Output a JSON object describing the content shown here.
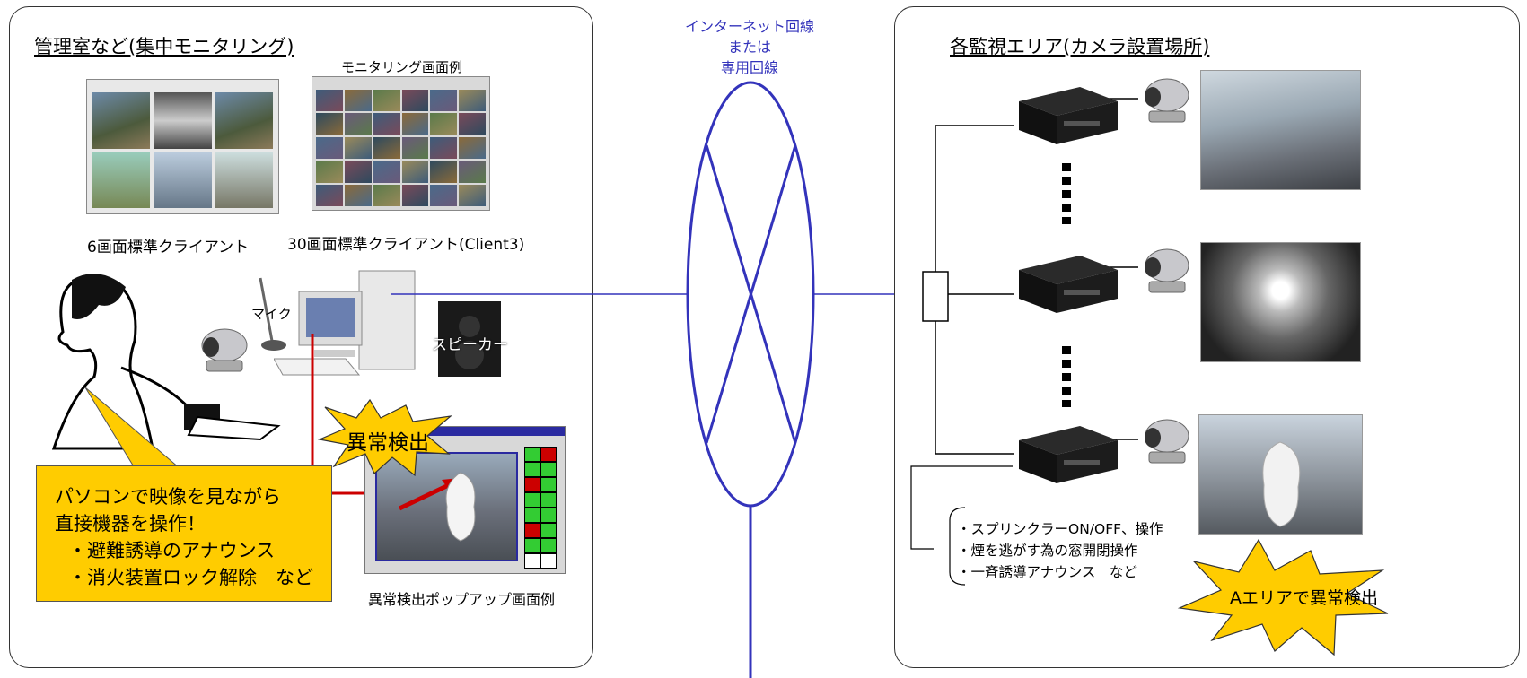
{
  "left_panel": {
    "title": "管理室など(集中モニタリング)",
    "monitor_example_label": "モニタリング画面例",
    "client6_label": "6画面標準クライアント",
    "client30_label": "30画面標準クライアント(Client3)",
    "mic_label": "マイク",
    "speaker_label": "スピーカー",
    "alert_burst": "異常検出",
    "popup_caption": "異常検出ポップアップ画面例"
  },
  "callout": {
    "line1": "パソコンで映像を見ながら",
    "line2": "直接機器を操作！",
    "line3": "・避難誘導のアナウンス",
    "line4": "・消火装置ロック解除　など"
  },
  "network": {
    "line1": "インターネット回線",
    "line2": "または",
    "line3": "専用回線"
  },
  "right_panel": {
    "title": "各監視エリア(カメラ設置場所)",
    "action1": "・スプリンクラーON/OFF、操作",
    "action2": "・煙を逃がす為の窓開閉操作",
    "action3": "・一斉誘導アナウンス　など",
    "area_burst": "Aエリアで異常検出"
  },
  "colors": {
    "network_line": "#3333bb",
    "alert_red": "#cc0000",
    "burst_yellow": "#ffcc00",
    "popup_green": "#33cc33"
  }
}
